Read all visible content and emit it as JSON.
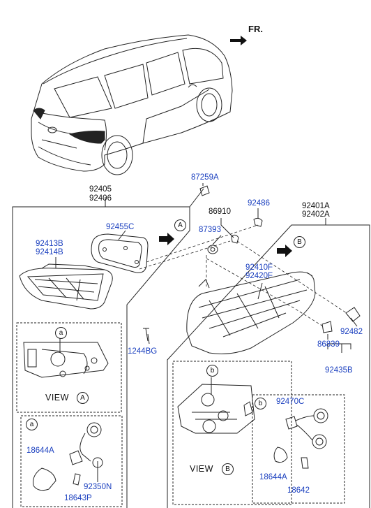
{
  "orientation": {
    "label": "FR."
  },
  "callouts": {
    "view_a": "A",
    "view_b": "B",
    "detail_a": "a",
    "detail_b": "b"
  },
  "views": {
    "view_a_label": "VIEW",
    "view_b_label": "VIEW"
  },
  "parts": {
    "p87259A": "87259A",
    "p92405": "92405",
    "p92406": "92406",
    "p86910": "86910",
    "p92486": "92486",
    "p92401A": "92401A",
    "p92402A": "92402A",
    "p92455C": "92455C",
    "p87393": "87393",
    "p92413B": "92413B",
    "p92414B": "92414B",
    "p92410F": "92410F",
    "p92420F": "92420F",
    "p1244BG": "1244BG",
    "p92482": "92482",
    "p86839": "86839",
    "p92435B": "92435B",
    "p18644A_a": "18644A",
    "p92350N": "92350N",
    "p18643P": "18643P",
    "p92470C": "92470C",
    "p18644A_b": "18644A",
    "p18642": "18642"
  },
  "colors": {
    "part_number": "#1a3fbf",
    "line": "#222222"
  }
}
